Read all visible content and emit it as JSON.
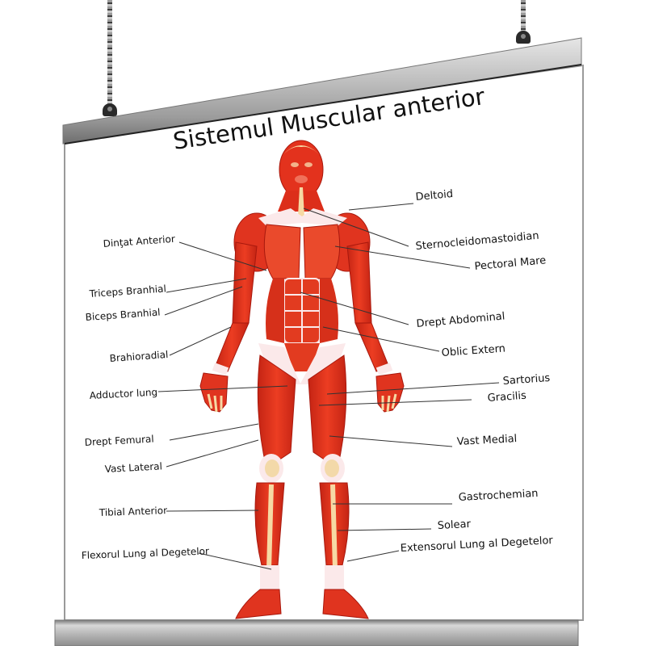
{
  "poster": {
    "title": "Sistemul Muscular anterior",
    "colors": {
      "muscle": "#e0301e",
      "muscle_dark": "#b81f12",
      "muscle_light": "#f26a4a",
      "tendon": "#f7d9a8",
      "fascia": "#fbe9ea",
      "rail": "#b9b9b9",
      "paper": "#ffffff",
      "leader_line": "#333333"
    },
    "labels_left": [
      {
        "text": "Dinţat Anterior"
      },
      {
        "text": "Triceps Branhial"
      },
      {
        "text": "Biceps Branhial"
      },
      {
        "text": "Brahioradial"
      },
      {
        "text": "Adductor lung"
      },
      {
        "text": "Drept Femural"
      },
      {
        "text": "Vast Lateral"
      },
      {
        "text": "Tibial Anterior"
      },
      {
        "text": "Flexorul Lung al Degetelor"
      }
    ],
    "labels_right": [
      {
        "text": "Deltoid"
      },
      {
        "text": "Sternocleidomastoidian"
      },
      {
        "text": "Pectoral Mare"
      },
      {
        "text": "Drept Abdominal"
      },
      {
        "text": "Oblic Extern"
      },
      {
        "text": "Sartorius"
      },
      {
        "text": "Gracilis"
      },
      {
        "text": "Vast Medial"
      },
      {
        "text": "Gastrochemian"
      },
      {
        "text": "Solear"
      },
      {
        "text": "Extensorul Lung al Degetelor"
      }
    ]
  }
}
